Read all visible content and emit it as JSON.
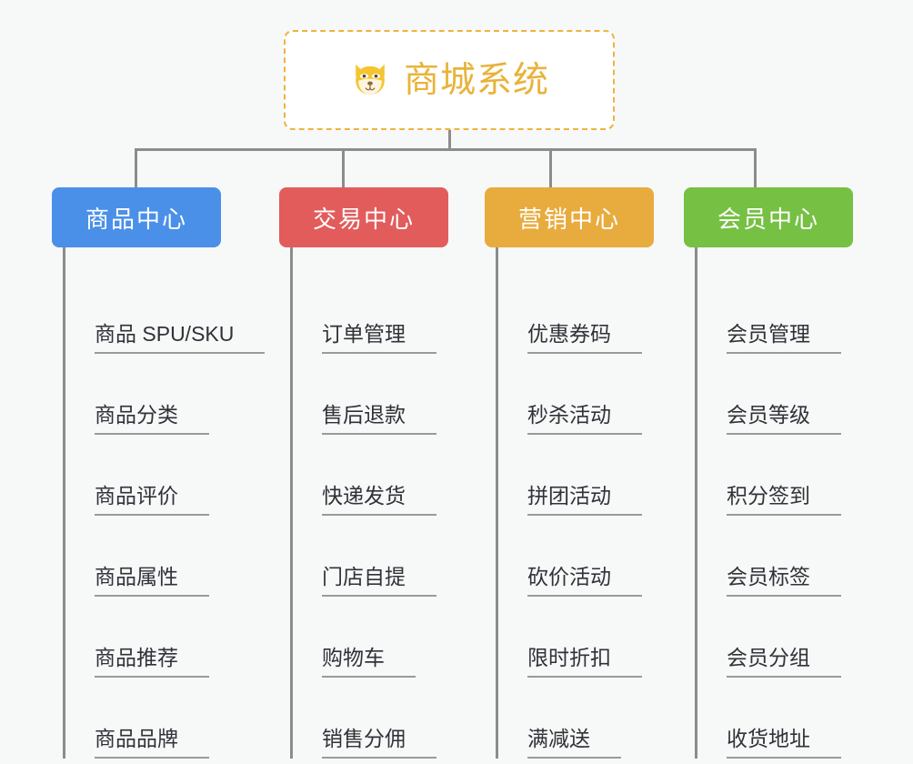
{
  "background_color": "#f7f8f8",
  "connector_color": "#8c8c8c",
  "root": {
    "icon": "shiba-dog-face-icon",
    "title": "商城系统",
    "title_color": "#e8b339",
    "border_color": "#efb33f",
    "background_color": "#ffffff"
  },
  "columns": [
    {
      "id": "product-center",
      "title": "商品中心",
      "color": "#4a90e8",
      "items": [
        "商品 SPU/SKU",
        "商品分类",
        "商品评价",
        "商品属性",
        "商品推荐",
        "商品品牌"
      ]
    },
    {
      "id": "trade-center",
      "title": "交易中心",
      "color": "#e25c5c",
      "items": [
        "订单管理",
        "售后退款",
        "快递发货",
        "门店自提",
        "购物车",
        "销售分佣"
      ]
    },
    {
      "id": "marketing-center",
      "title": "营销中心",
      "color": "#e8ab3e",
      "items": [
        "优惠券码",
        "秒杀活动",
        "拼团活动",
        "砍价活动",
        "限时折扣",
        "满减送"
      ]
    },
    {
      "id": "member-center",
      "title": "会员中心",
      "color": "#76c043",
      "items": [
        "会员管理",
        "会员等级",
        "积分签到",
        "会员标签",
        "会员分组",
        "收货地址"
      ]
    }
  ]
}
